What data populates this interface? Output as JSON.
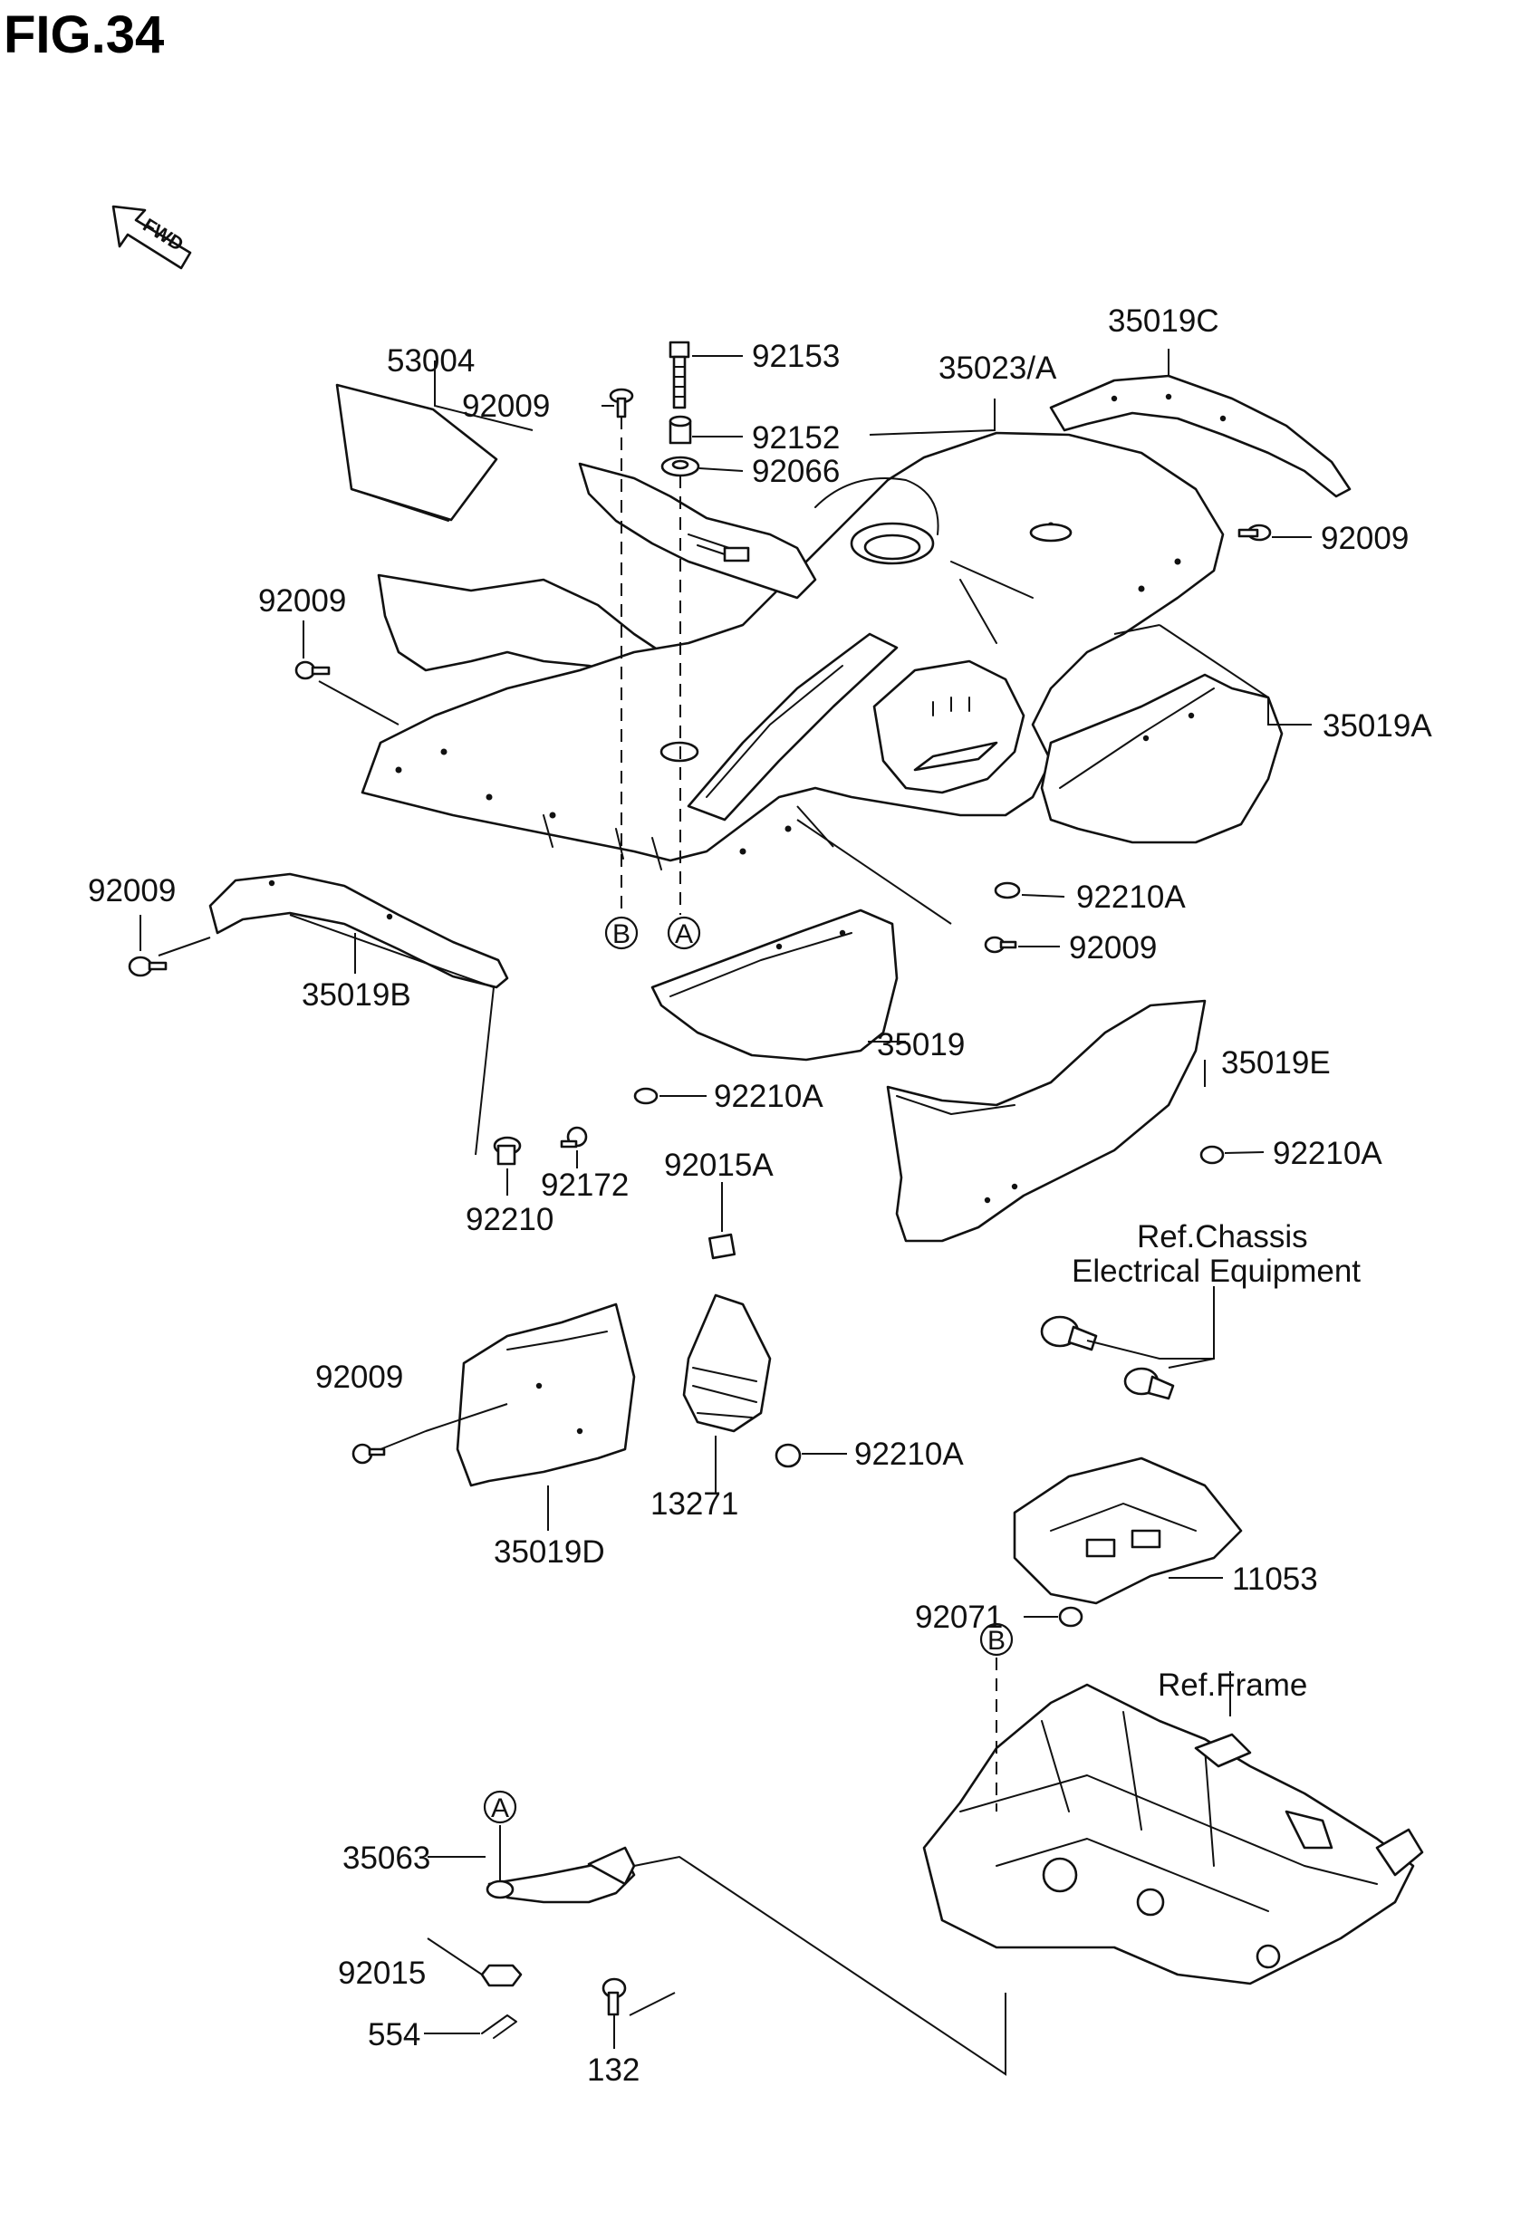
{
  "figure": {
    "title": "FIG.34",
    "fwd": "FWD"
  },
  "parts": {
    "p53004": "53004",
    "p92009_top": "92009",
    "p92153": "92153",
    "p92152": "92152",
    "p92066": "92066",
    "p35023A": "35023/A",
    "p35019C": "35019C",
    "p92009_right": "92009",
    "p92009_left": "92009",
    "p35019A": "35019A",
    "p92210A_1": "92210A",
    "p92009_mid": "92009",
    "p92009_lower_left": "92009",
    "p35019B": "35019B",
    "p35019": "35019",
    "p92210A_2": "92210A",
    "p35019E": "35019E",
    "p92210A_3": "92210A",
    "p92172": "92172",
    "p92210": "92210",
    "p92015A": "92015A",
    "p92009_d": "92009",
    "p92210A_4": "92210A",
    "p13271": "13271",
    "p35019D": "35019D",
    "p11053": "11053",
    "p92071": "92071",
    "p35063": "35063",
    "p92015": "92015",
    "p554": "554",
    "p132": "132"
  },
  "refs": {
    "chassis_line1": "Ref.Chassis",
    "chassis_line2": "Electrical Equipment",
    "frame": "Ref.Frame"
  },
  "markers": {
    "a_top": "A",
    "b_top": "B",
    "b_frame": "B",
    "a_bracket": "A"
  }
}
